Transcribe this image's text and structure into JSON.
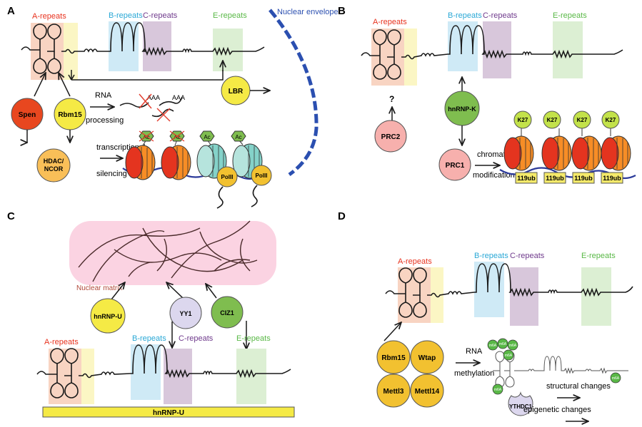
{
  "colors": {
    "a_red": "#e8321e",
    "b_blue": "#2aa8d6",
    "c_purple": "#6f3a8c",
    "e_green": "#59b846",
    "env_blue": "#2b4fb0",
    "spen": "#e8471f",
    "yellow": "#f5ea45",
    "orange": "#f9bf58",
    "pink": "#f7b0ad",
    "green_node": "#7fbd4f",
    "lav": "#dcd7ee",
    "pol_yellow": "#f2c130",
    "nuc_red": "#e4341f",
    "nuc_orange": "#f78d26",
    "nuc_teal": "#84d2c9",
    "dna_blue": "#2b3a9a"
  },
  "panelA": {
    "letter": "A",
    "a_rep": "A-repeats",
    "b_rep": "B-repeats",
    "c_rep": "C-repeats",
    "e_rep": "E-repeats",
    "envelope": "Nuclear envelope",
    "spen": "Spen",
    "rbm15": "Rbm15",
    "lbr": "LBR",
    "hdac1": "HDAC/",
    "hdac2": "NCOR",
    "rna": "RNA",
    "processing": "processing",
    "aaa1": "AAA",
    "aaa2": "AAA",
    "aaa3": "AAA",
    "trans": "transcriptional",
    "silencing": "silencing",
    "ac": "Ac",
    "polii": "PolII"
  },
  "panelB": {
    "letter": "B",
    "a_rep": "A-repeats",
    "b_rep": "B-repeats",
    "c_rep": "C-repeats",
    "e_rep": "E-repeats",
    "question": "?",
    "prc2": "PRC2",
    "hnrnpk": "hnRNP-K",
    "prc1": "PRC1",
    "chromatin": "chromatin",
    "modification": "modification",
    "k27": "K27",
    "ub": "119ub"
  },
  "panelC": {
    "letter": "C",
    "matrix": "Nuclear matrix",
    "hnrnpu": "hnRNP-U",
    "yy1": "YY1",
    "ciz1": "CIZ1",
    "a_rep": "A-repeats",
    "b_rep": "B-repeats",
    "c_rep": "C-repeats",
    "e_rep": "E-repeats",
    "bar": "hnRNP-U"
  },
  "panelD": {
    "letter": "D",
    "a_rep": "A-repeats",
    "b_rep": "B-repeats",
    "c_rep": "C-repeats",
    "e_rep": "E-repeats",
    "rbm15": "Rbm15",
    "wtap": "Wtap",
    "mettl3": "Mettl3",
    "mettl14": "Mettl14",
    "rna": "RNA",
    "methylation": "methylation",
    "m6a": "m6A",
    "ythdc1": "YTHDC1",
    "structural": "structural changes",
    "epigenetic": "epigenetic changes"
  }
}
